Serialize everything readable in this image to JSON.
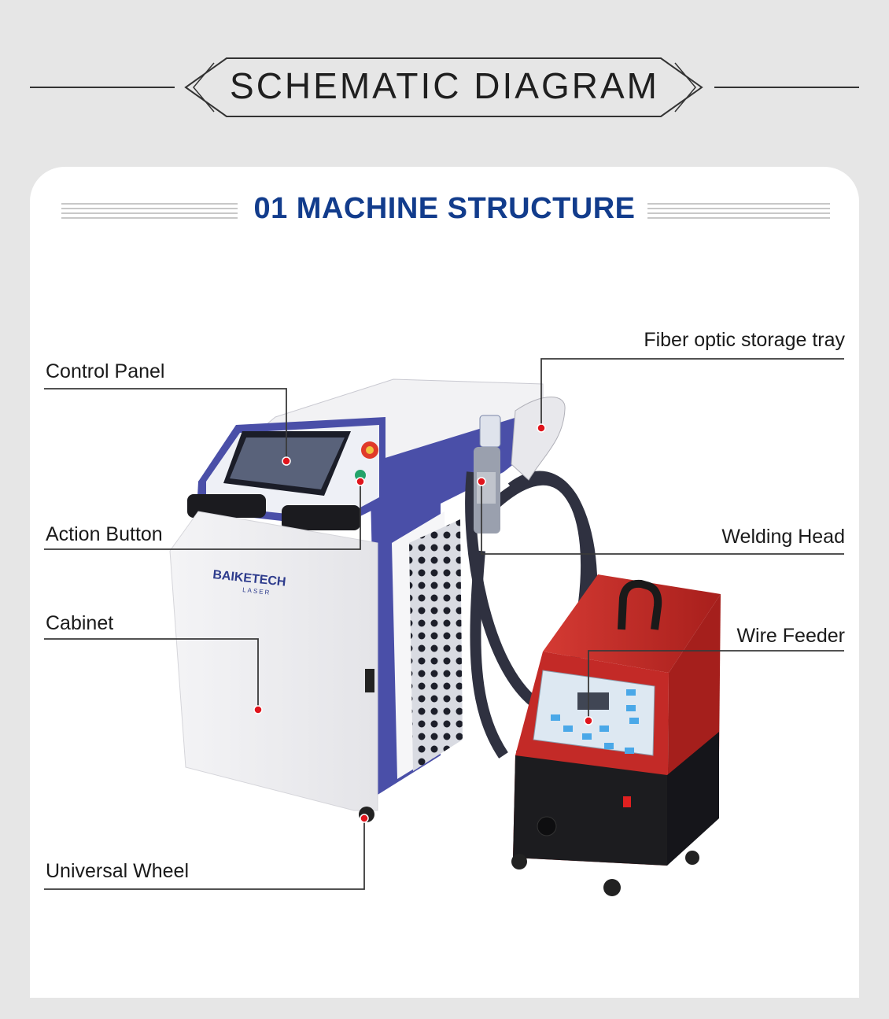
{
  "header": {
    "title": "SCHEMATIC DIAGRAM"
  },
  "section": {
    "title": "01 MACHINE STRUCTURE"
  },
  "brand": {
    "name": "BAIKETECH",
    "sub": "LASER"
  },
  "callouts": {
    "control_panel": "Control Panel",
    "action_button": "Action Button",
    "cabinet": "Cabinet",
    "universal_wheel": "Universal Wheel",
    "fiber_tray": "Fiber optic storage tray",
    "welding_head": "Welding Head",
    "wire_feeder": "Wire Feeder"
  },
  "colors": {
    "title_blue": "#123c8c",
    "frame_purple": "#4a4fa8",
    "feeder_red": "#c22a26",
    "marker_red": "#e0141c"
  }
}
